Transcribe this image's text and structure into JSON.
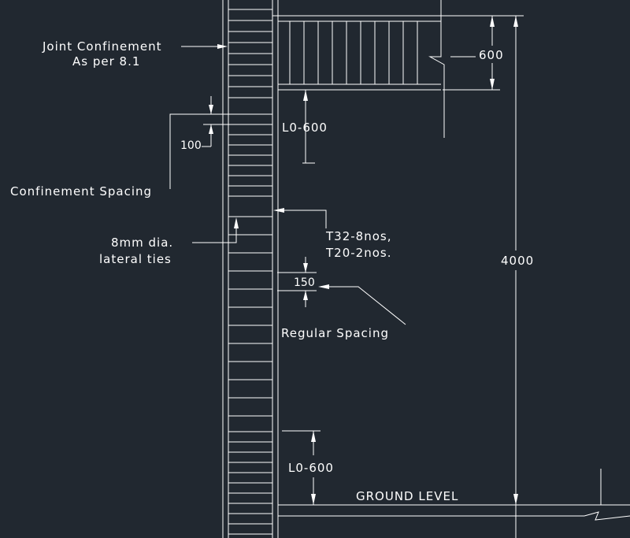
{
  "labels": {
    "joint_confinement_1": "Joint Confinement",
    "joint_confinement_2": "As per 8.1",
    "dim_600": "600",
    "dim_l0_top": "L0-600",
    "dim_100": "100",
    "confinement_spacing": "Confinement Spacing",
    "rebar_1": "T32-8nos,",
    "rebar_2": "T20-2nos.",
    "ties_1": "8mm dia.",
    "ties_2": "lateral ties",
    "dim_4000": "4000",
    "dim_150": "150",
    "regular_spacing": "Regular Spacing",
    "dim_l0_bottom": "L0-600",
    "ground_level": "GROUND LEVEL"
  },
  "colors": {
    "background": "#212830",
    "line": "#ffffff"
  }
}
